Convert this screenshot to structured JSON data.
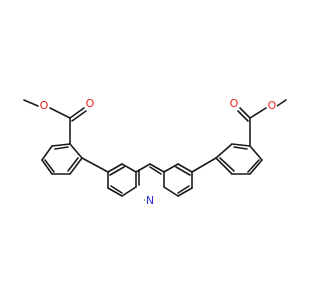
{
  "diagram": {
    "type": "chemical-structure",
    "colors": {
      "carbon_bond": "#1a1a1a",
      "oxygen": "#e8231f",
      "nitrogen": "#2b2bd8",
      "background": "#ffffff"
    },
    "atom_labels": {
      "o_carbonyl_left": "O",
      "o_ester_left": "O",
      "o_carbonyl_right": "O",
      "o_ester_right": "O",
      "n_acridine": "N"
    }
  }
}
